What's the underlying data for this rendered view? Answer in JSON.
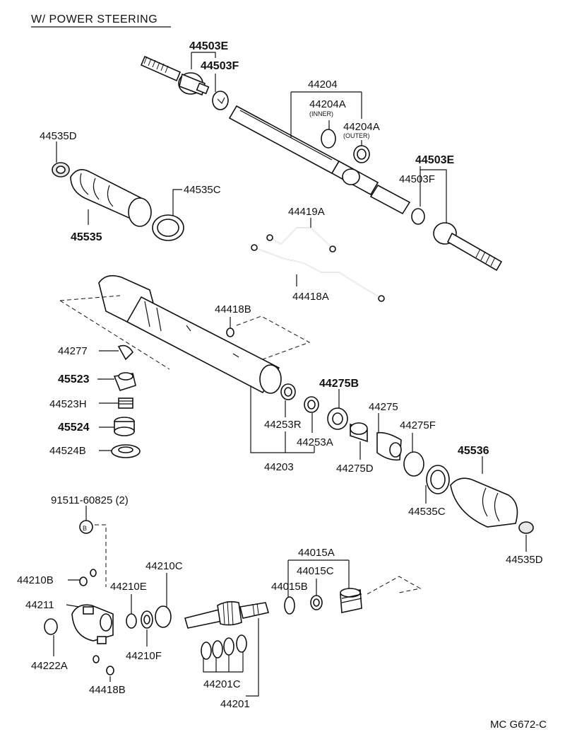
{
  "title": "W/ POWER STEERING",
  "footer_code": "MC G672-C",
  "callouts": {
    "p44503E_top": "44503E",
    "p44503F_top": "44503F",
    "p44204": "44204",
    "p44204A_inner": "44204A",
    "inner_note": "(INNER)",
    "p44204A_outer": "44204A",
    "outer_note": "(OUTER)",
    "p44535D_top": "44535D",
    "p44535C_top": "44535C",
    "p45535": "45535",
    "p44503E_right": "44503E",
    "p44503F_right": "44503F",
    "p44419A": "44419A",
    "p44418A": "44418A",
    "p44418B_top": "44418B",
    "p44277": "44277",
    "p45523": "45523",
    "p44523H": "44523H",
    "p45524": "45524",
    "p44524B": "44524B",
    "p44275B": "44275B",
    "p44275": "44275",
    "p44253R": "44253R",
    "p44253A": "44253A",
    "p44275F": "44275F",
    "p45536": "45536",
    "p44203": "44203",
    "p44275D": "44275D",
    "p44535C_bottom": "44535C",
    "p44535D_bottom": "44535D",
    "p91511": "91511-60825 (2)",
    "bolt_marker": "B",
    "p44210B": "44210B",
    "p44210C": "44210C",
    "p44210E": "44210E",
    "p44211": "44211",
    "p44210F": "44210F",
    "p44222A": "44222A",
    "p44418B_bottom": "44418B",
    "p44015A": "44015A",
    "p44015C": "44015C",
    "p44015B": "44015B",
    "p44201C": "44201C",
    "p44201": "44201"
  }
}
